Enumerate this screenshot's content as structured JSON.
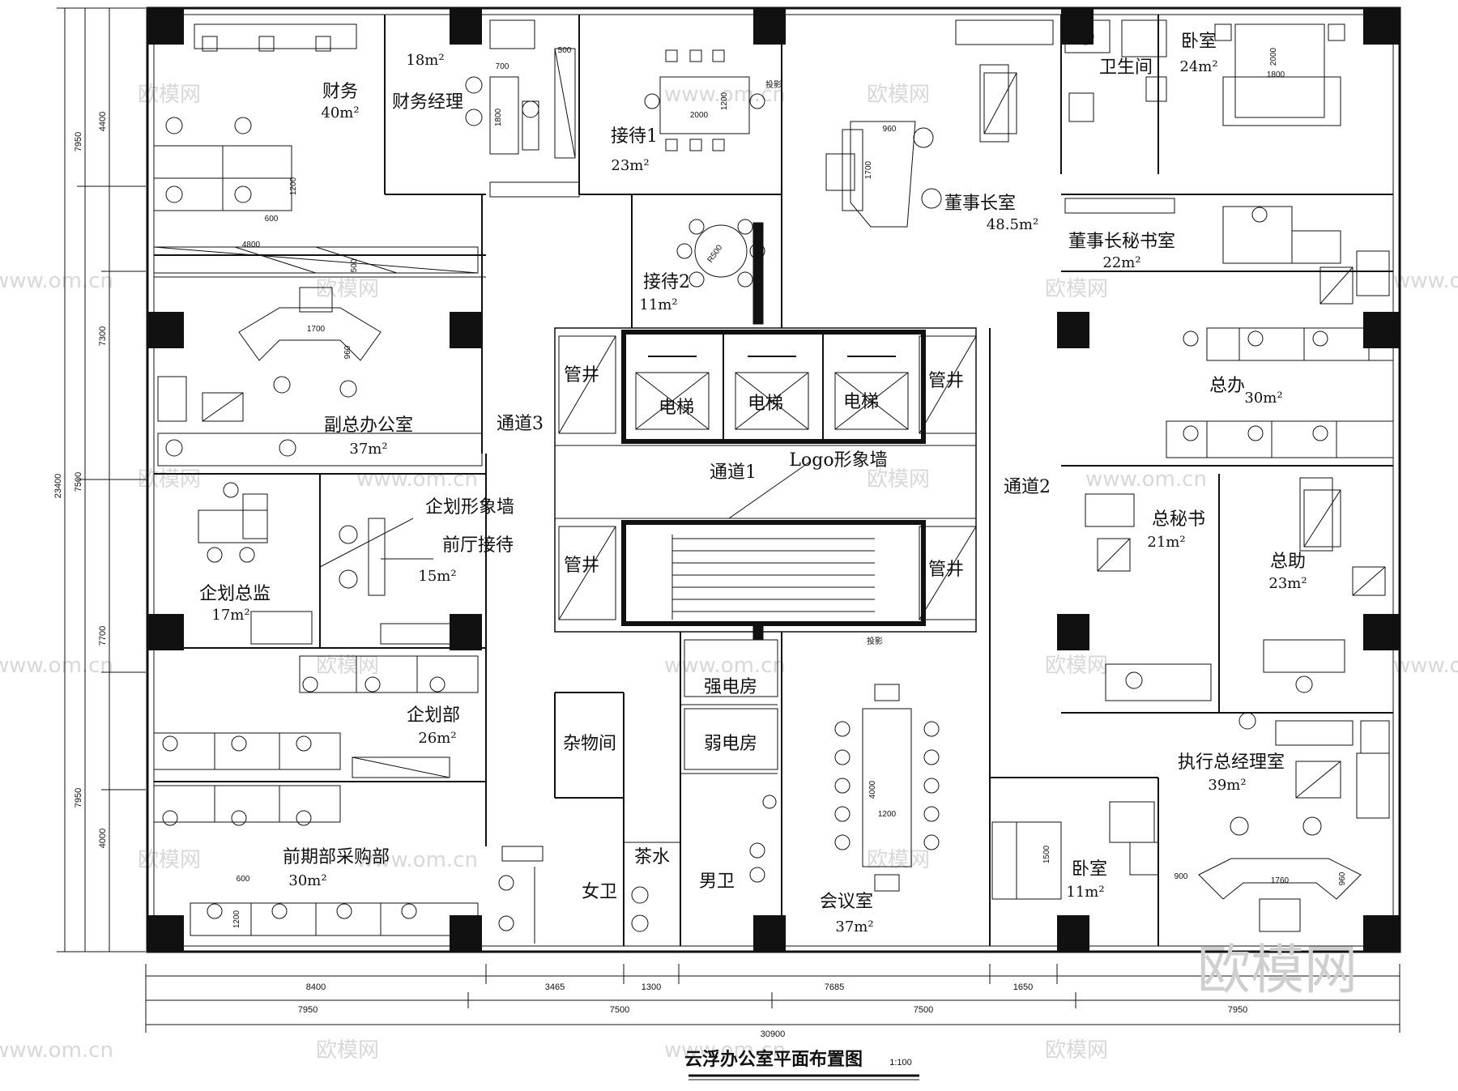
{
  "title": "云浮办公室平面布置图",
  "title_suffix": "1:100",
  "watermark": "欧模网",
  "watermark_url": "www.om.cn",
  "rooms": {
    "finance": {
      "label": "财务",
      "area": "40m²"
    },
    "finance_manager": {
      "label": "财务经理",
      "area": "18m²"
    },
    "reception1": {
      "label": "接待1",
      "area": "23m²"
    },
    "chairman": {
      "label": "董事长室",
      "area": "48.5m²"
    },
    "bathroom": {
      "label": "卫生间",
      "area": ""
    },
    "bedroom1": {
      "label": "卧室",
      "area": "24m²"
    },
    "chairman_secretary": {
      "label": "董事长秘书室",
      "area": "22m²"
    },
    "reception2": {
      "label": "接待2",
      "area": "11m²"
    },
    "vice_president": {
      "label": "副总办公室",
      "area": "37m²"
    },
    "general_office": {
      "label": "总办",
      "area": "30m²"
    },
    "general_secretary": {
      "label": "总秘书",
      "area": "21m²"
    },
    "assistant": {
      "label": "总助",
      "area": "23m²"
    },
    "planning_director": {
      "label": "企划总监",
      "area": "17m²"
    },
    "front_reception": {
      "label": "前厅接待",
      "area": "15m²"
    },
    "planning_dept": {
      "label": "企划部",
      "area": "26m²"
    },
    "purchasing": {
      "label": "前期部采购部",
      "area": "30m²"
    },
    "meeting": {
      "label": "会议室",
      "area": "37m²"
    },
    "bedroom2": {
      "label": "卧室",
      "area": "11m²"
    },
    "executive_gm": {
      "label": "执行总经理室",
      "area": "39m²"
    }
  },
  "labels": {
    "corridor1": "通道1",
    "corridor2": "通道2",
    "corridor3": "通道3",
    "logo_wall": "Logo形象墙",
    "planning_wall": "企划形象墙",
    "elevator": "电梯",
    "shaft": "管井",
    "strong_power": "强电房",
    "weak_power": "弱电房",
    "storage": "杂物间",
    "tea": "茶水",
    "female_wc": "女卫",
    "male_wc": "男卫",
    "projection": "投影"
  },
  "dims_bottom_1": [
    "8400",
    "3465",
    "1300",
    "7685",
    "1650"
  ],
  "dims_bottom_2": [
    "7950",
    "7500",
    "7500",
    "7950"
  ],
  "dims_total": "30900",
  "dims_left_outer": [
    "7950",
    "7300",
    "7500",
    "7700",
    "7950"
  ],
  "dims_left_inner": [
    "4400",
    "4000"
  ],
  "dims_left_total": "23400",
  "furniture_dims": {
    "d700": "700",
    "d500": "500",
    "d1800": "1800",
    "d2000": "2000",
    "d1200": "1200",
    "d960": "960",
    "d1700": "1700",
    "d600": "600",
    "d4800": "4800",
    "dR500": "R500",
    "d4000": "4000",
    "d1500": "1500",
    "d900": "900",
    "d1760": "1760"
  }
}
